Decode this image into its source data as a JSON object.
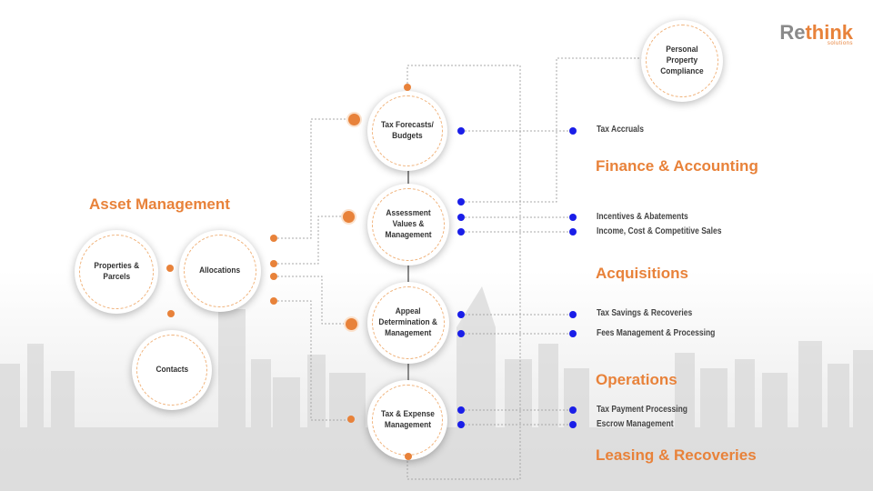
{
  "logo": {
    "part1": "Re",
    "part2": "think",
    "sub": "solutions"
  },
  "nodes": {
    "properties": "Properties &\nParcels",
    "allocations": "Allocations",
    "contacts": "Contacts",
    "tax_forecasts": "Tax Forecasts/\nBudgets",
    "assessment": "Assessment\nValues &\nManagement",
    "appeal": "Appeal\nDetermination &\nManagement",
    "tax_expense": "Tax & Expense\nManagement",
    "personal_property": "Personal\nProperty\nCompliance"
  },
  "headings": {
    "asset_management": "Asset Management",
    "finance": "Finance & Accounting",
    "acquisitions": "Acquisitions",
    "operations": "Operations",
    "leasing": "Leasing & Recoveries"
  },
  "items": {
    "tax_accruals": "Tax Accruals",
    "incentives": "Incentives & Abatements",
    "income_cost": "Income, Cost & Competitive Sales",
    "tax_savings": "Tax Savings & Recoveries",
    "fees": "Fees Management & Processing",
    "tax_payment": "Tax Payment Processing",
    "escrow": "Escrow Management"
  },
  "colors": {
    "accent": "#e8823a",
    "connector_dot": "#1a1ee8",
    "text": "#444444"
  }
}
